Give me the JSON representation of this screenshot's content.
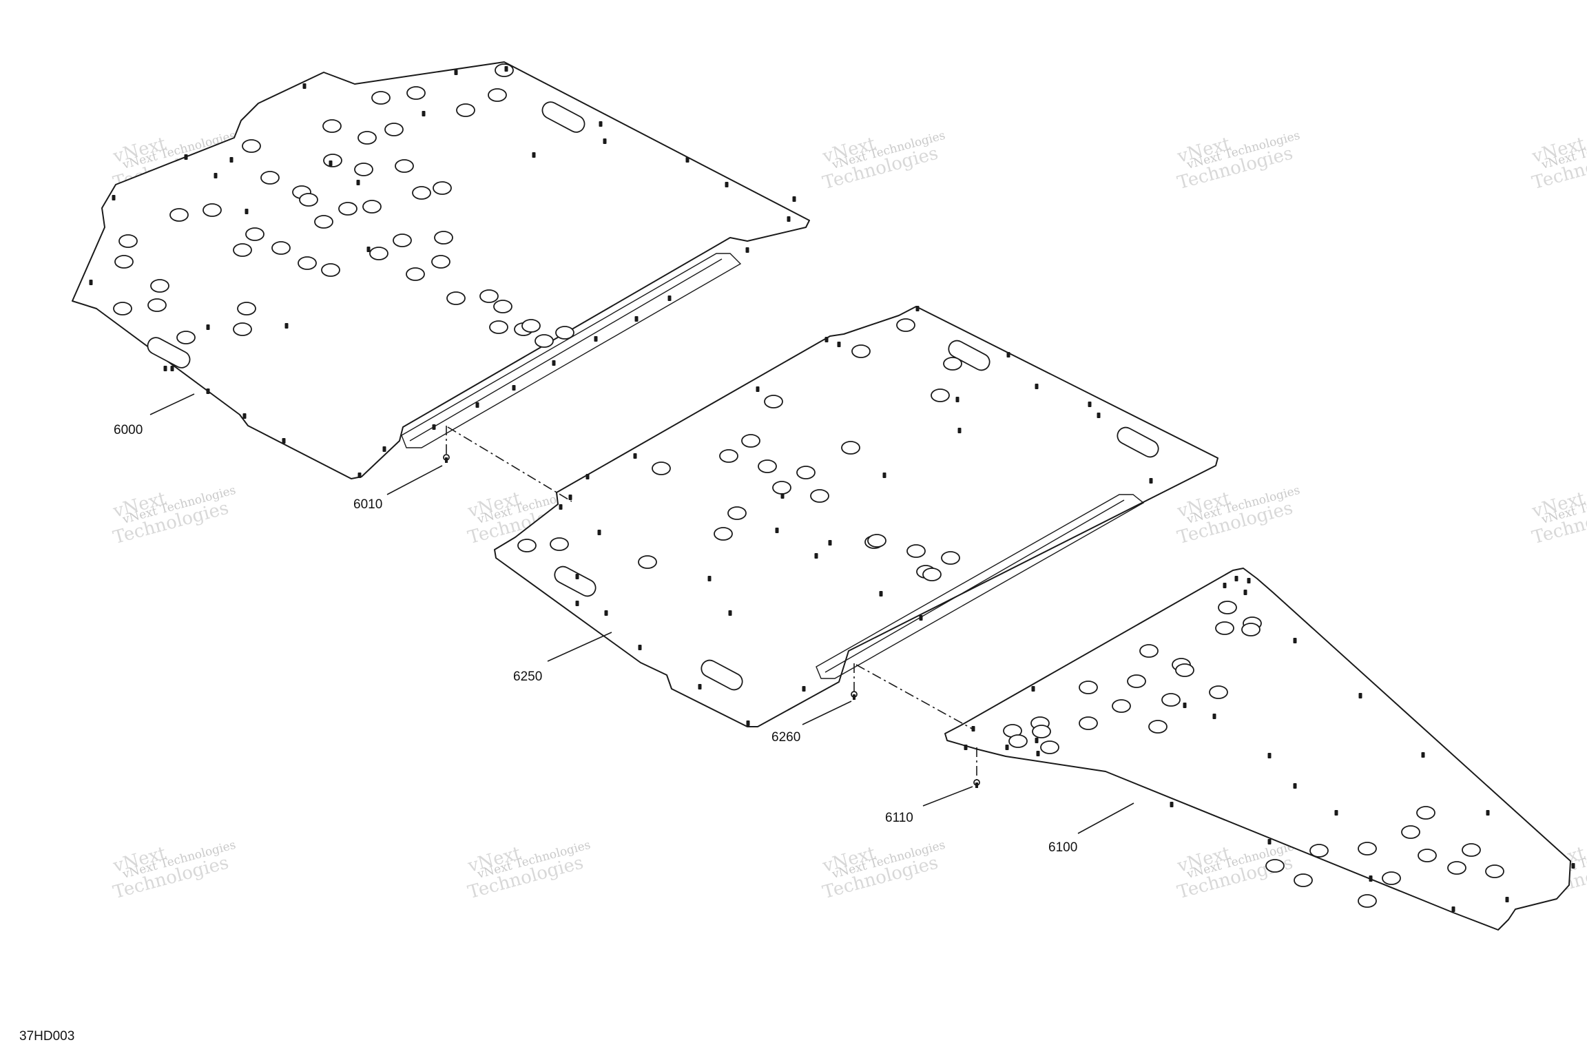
{
  "diagram": {
    "reference_code": "37HD003",
    "callouts": {
      "part_6000": "6000",
      "part_6010": "6010",
      "part_6250": "6250",
      "part_6260": "6260",
      "part_6110": "6110",
      "part_6100": "6100"
    },
    "watermark": {
      "line1": "vNext Technologies",
      "line2": "vNext",
      "line3": "Technologies"
    }
  }
}
